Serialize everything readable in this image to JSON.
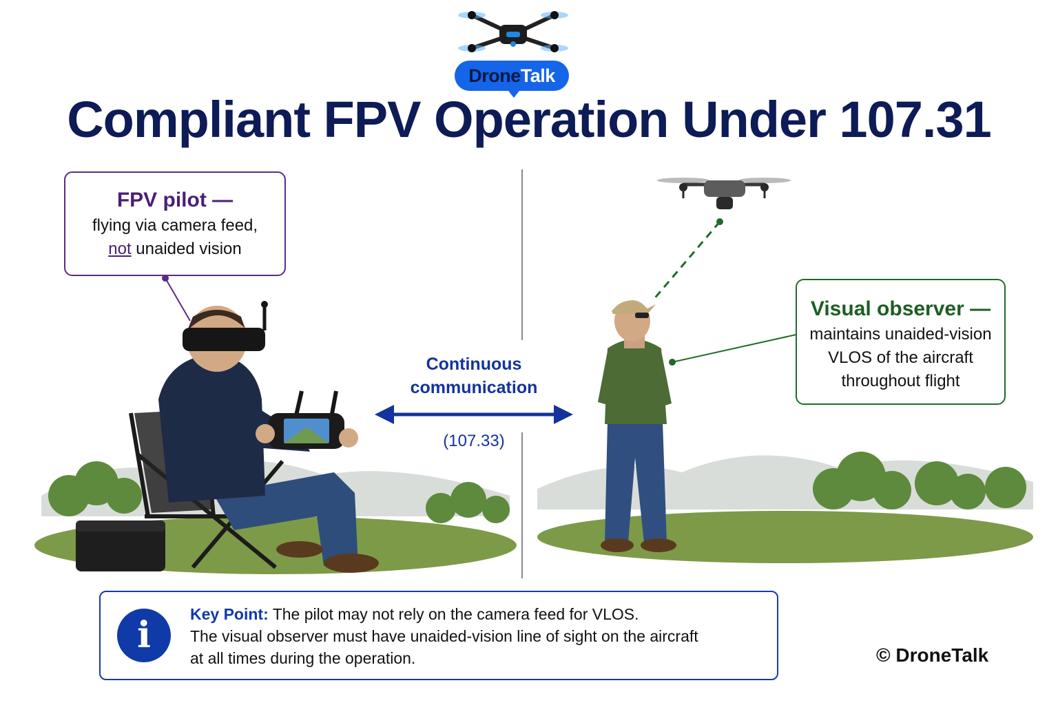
{
  "brand": {
    "word1": "Drone",
    "word2": "Talk"
  },
  "title": "Compliant FPV Operation Under 107.31",
  "pilot_callout": {
    "heading": "FPV pilot —",
    "line1": "flying via camera feed,",
    "line2_emph": "not",
    "line2_rest": " unaided vision"
  },
  "observer_callout": {
    "heading": "Visual observer —",
    "line1": "maintains unaided-vision",
    "line2": "VLOS of the aircraft",
    "line3": "throughout flight"
  },
  "communication": {
    "line1": "Continuous",
    "line2": "communication",
    "reference": "(107.33)"
  },
  "key_point": {
    "label": "Key Point:",
    "line1": " The pilot may not rely on the camera feed for VLOS.",
    "line2": "The visual observer must have unaided-vision line of sight on the aircraft",
    "line3": "at all times during the operation.",
    "icon_glyph": "i"
  },
  "copyright": "© DroneTalk",
  "colors": {
    "title": "#0d1b56",
    "brand_blue": "#1565e8",
    "pilot_purple": "#4a1f77",
    "observer_green": "#1c5e22",
    "comm_blue": "#14339c",
    "grass": "#7d9a48",
    "trees": "#5d8a3c"
  }
}
